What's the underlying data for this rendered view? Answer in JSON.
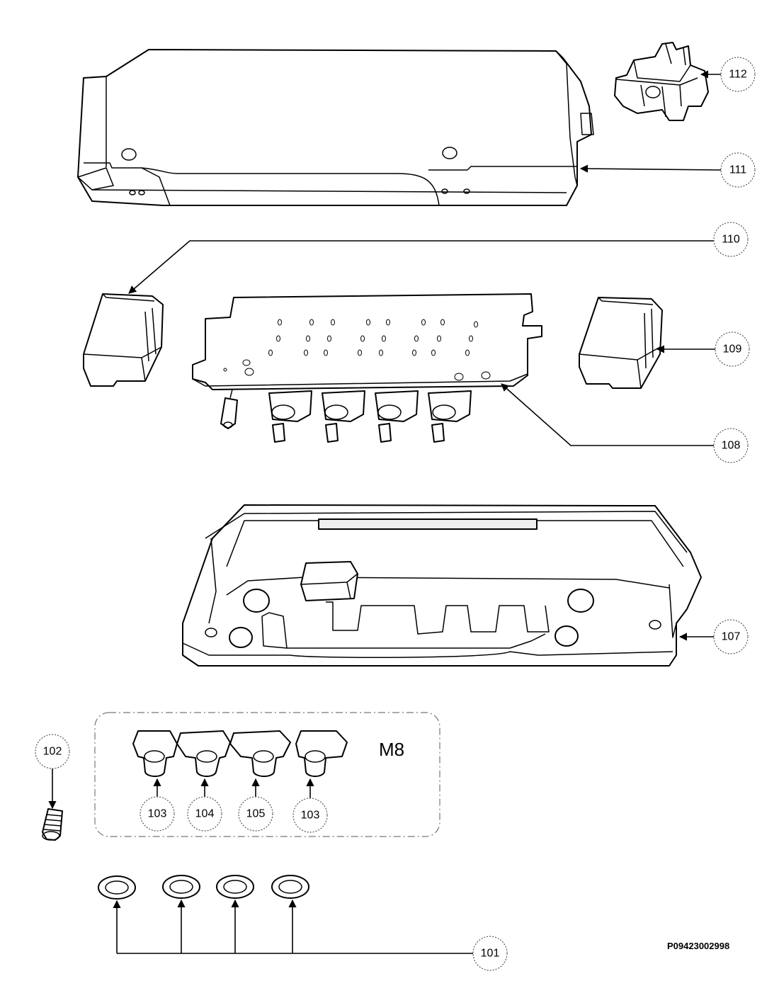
{
  "callouts": [
    {
      "id": "c112",
      "label": "112"
    },
    {
      "id": "c111",
      "label": "111"
    },
    {
      "id": "c110",
      "label": "110"
    },
    {
      "id": "c109",
      "label": "109"
    },
    {
      "id": "c108",
      "label": "108"
    },
    {
      "id": "c107",
      "label": "107"
    },
    {
      "id": "c102",
      "label": "102"
    },
    {
      "id": "c103a",
      "label": "103"
    },
    {
      "id": "c104",
      "label": "104"
    },
    {
      "id": "c105",
      "label": "105"
    },
    {
      "id": "c103b",
      "label": "103"
    },
    {
      "id": "c101",
      "label": "101"
    }
  ],
  "variant_label": "M8",
  "drawing_number": "P09423002998",
  "colors": {
    "line": "#000000",
    "background": "#ffffff",
    "bubble_outline": "#555555"
  }
}
